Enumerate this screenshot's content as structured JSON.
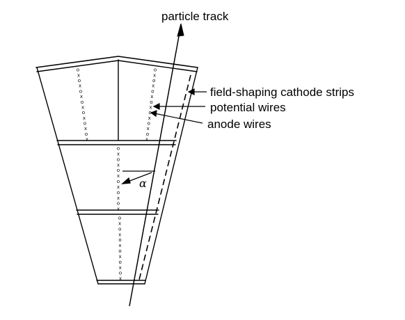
{
  "labels": {
    "particle_track": "particle track",
    "field_shaping": "field-shaping cathode strips",
    "potential_wires": "potential wires",
    "anode_wires": "anode wires",
    "alpha": "α"
  },
  "wire_pattern": {
    "potential_symbol": "o",
    "anode_symbol": "x"
  }
}
